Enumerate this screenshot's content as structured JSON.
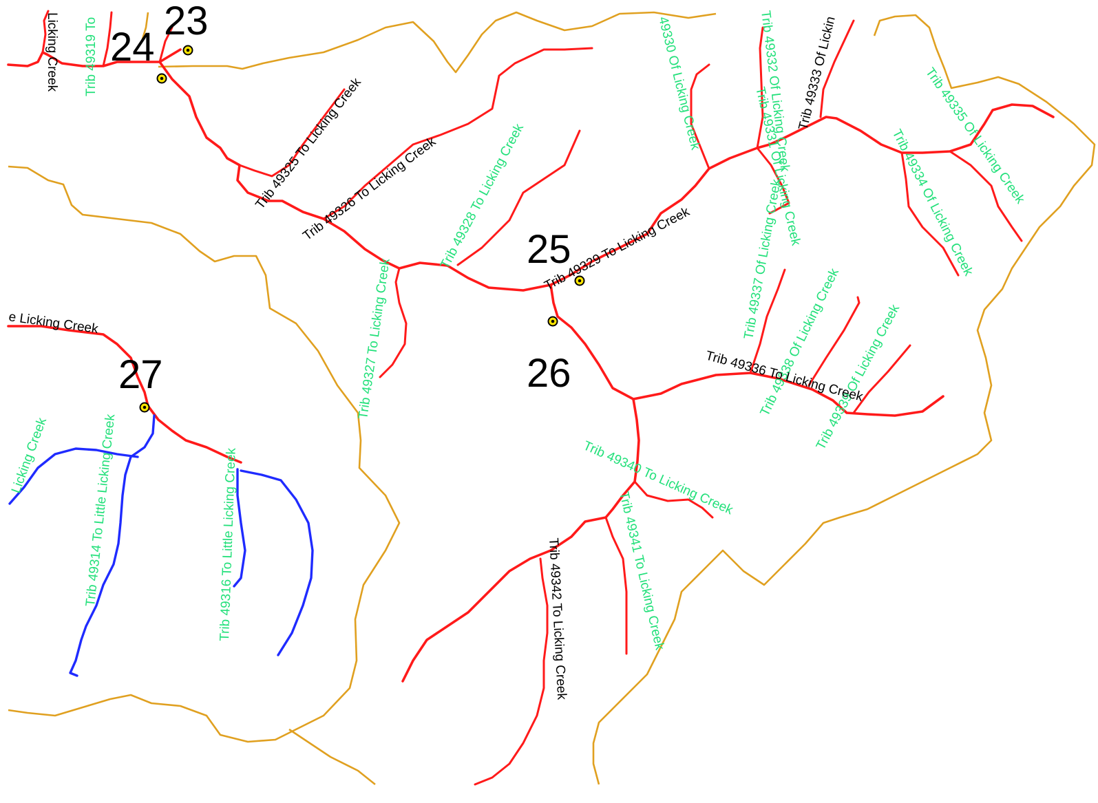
{
  "colors": {
    "ridge": "#e0a020",
    "stream": "#ff1a1a",
    "stream_blue": "#1f2bff",
    "label_green": "#22e07a",
    "label_black": "#000000",
    "point_fill": "#ffe600"
  },
  "numbers": {
    "n23": "23",
    "n24": "24",
    "n25": "25",
    "n26": "26",
    "n27": "27"
  },
  "labels": {
    "licking_creek_top_left": "Licking Creek",
    "trib_49319": "Trib 49319 To",
    "trib_49325": "Trib 49325 To Licking Creek",
    "trib_49326": "Trib 49326 To Licking Creek",
    "trib_49327": "Trib 49327 To Licking Creek",
    "trib_49328": "Trib 49328 To Licking Creek",
    "trib_49329": "Trib 49329 To Licking Creek",
    "trib_49330": "49330 Of Licking Creek",
    "trib_49332": "Trib 49332 Of Licking Creek",
    "trib_49331": "Trib 49331 Of Licking Creek",
    "trib_49333": "Trib 49333 Of Lickin",
    "trib_49335": "Trib 49335 Of Licking Creek",
    "trib_49334": "Trib 49334 Of Licking Creek",
    "trib_49337": "Trib 49337 Of Licking Creek",
    "trib_49338": "Trib 49338 Of Licking Creek",
    "trib_49339": "Trib 49339 Of Licking Creek",
    "trib_49336": "Trib 49336 To Licking Creek",
    "trib_49340": "Trib 49340 To Licking Creek",
    "trib_49341": "Trib 49341 To Licking Creek",
    "trib_49342": "Trib 49342 To Licking Creek",
    "little_licking_left": "e Licking Creek",
    "licking_creek_far_left": "Licking Creek",
    "trib_49314": "Trib 49314 To Little Licking Creek",
    "trib_49316": "Trib 49316 To Little Licking Creek"
  }
}
